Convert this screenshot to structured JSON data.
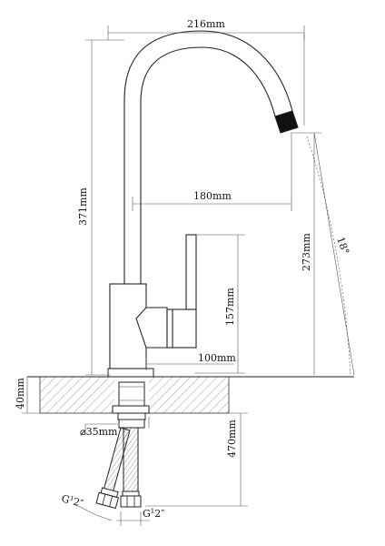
{
  "drawing": {
    "dimensions": {
      "spout_reach_total": "216mm",
      "total_height": "371mm",
      "spout_reach": "180mm",
      "spout_height": "273mm",
      "spout_angle": "18°",
      "lever_height": "157mm",
      "body_offset": "100mm",
      "counter_thickness": "40mm",
      "hole_diameter": "⌀35mm",
      "hose_length": "470mm",
      "hose_thread_left_main": "G",
      "hose_thread_left_sup": "1",
      "hose_thread_left_tail": "2″",
      "hose_thread_right_main": "G",
      "hose_thread_right_sup": "1",
      "hose_thread_right_tail": "2″"
    }
  }
}
